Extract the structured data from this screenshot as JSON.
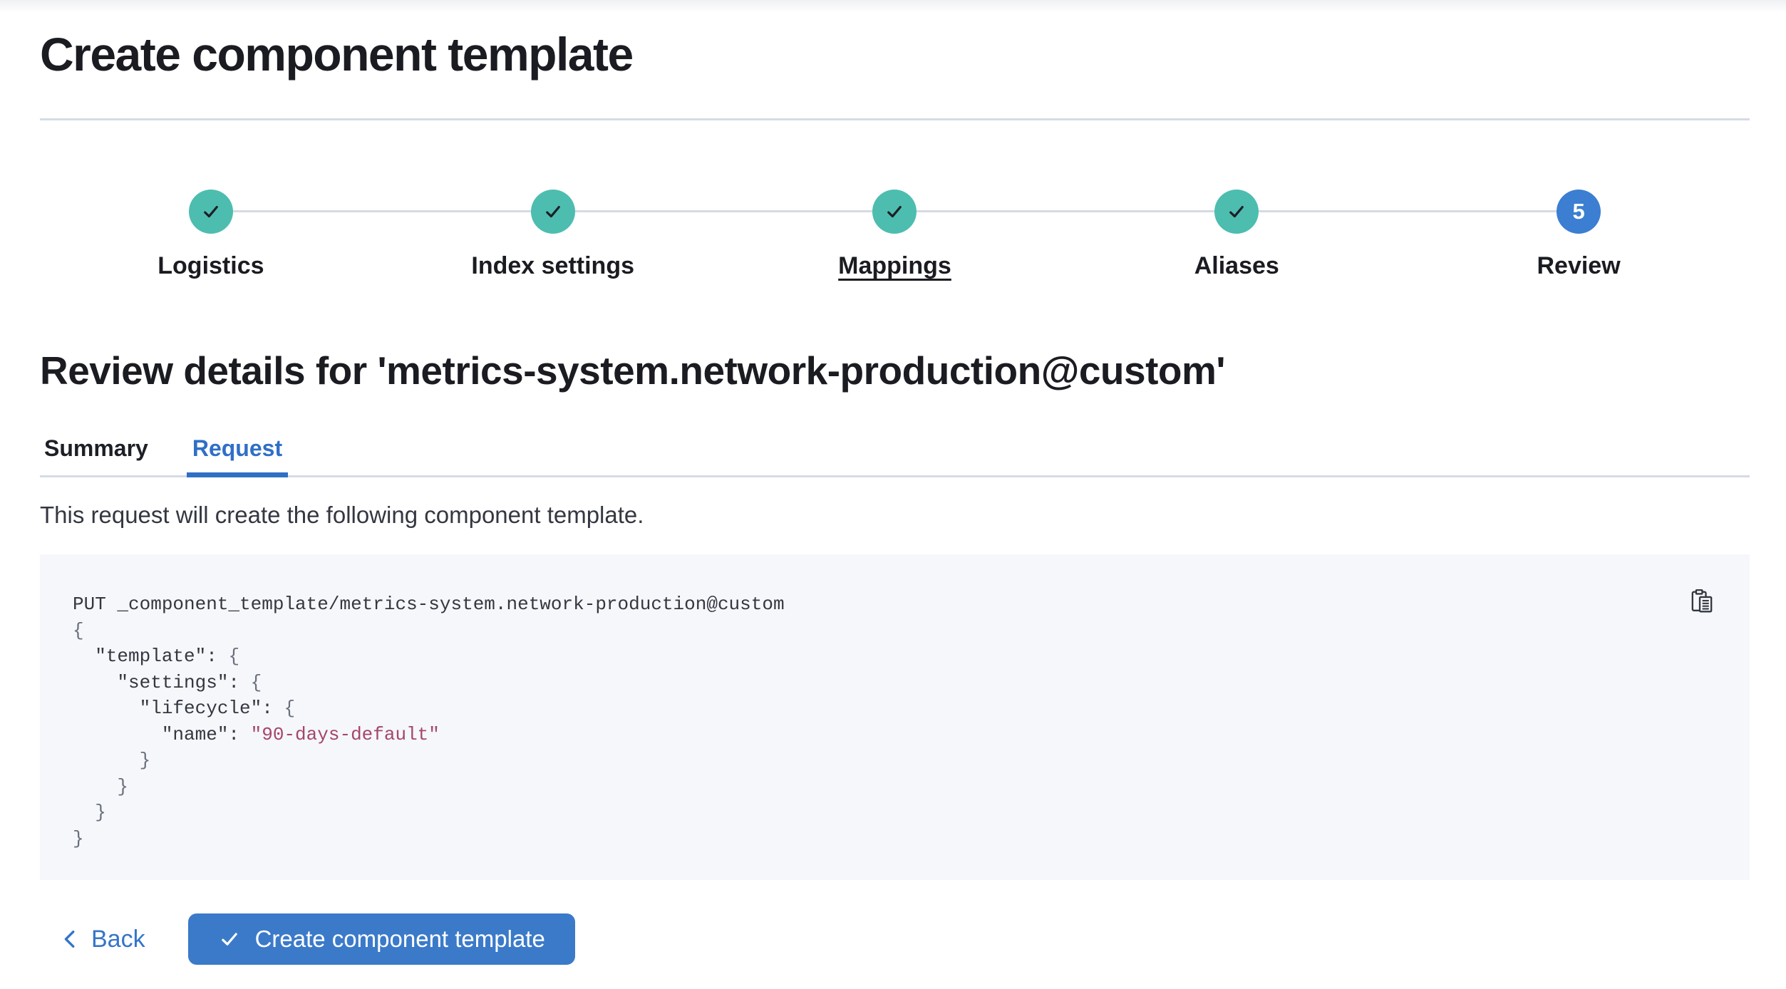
{
  "page": {
    "title": "Create component template"
  },
  "stepper": {
    "steps": [
      {
        "label": "Logistics",
        "status": "complete"
      },
      {
        "label": "Index settings",
        "status": "complete"
      },
      {
        "label": "Mappings",
        "status": "complete",
        "underlined": true
      },
      {
        "label": "Aliases",
        "status": "complete"
      },
      {
        "label": "Review",
        "status": "current",
        "number": "5"
      }
    ]
  },
  "review": {
    "heading": "Review details for 'metrics-system.network-production@custom'"
  },
  "tabs": [
    {
      "label": "Summary",
      "active": false
    },
    {
      "label": "Request",
      "active": true
    }
  ],
  "request_tab": {
    "description": "This request will create the following component template."
  },
  "code": {
    "copy_icon": "copy-clipboard-icon",
    "lines": [
      [
        {
          "t": "PUT _component_template/metrics-system.network-production@custom",
          "c": "default"
        }
      ],
      [
        {
          "t": "{",
          "c": "punct"
        }
      ],
      [
        {
          "t": "  \"template\": ",
          "c": "default"
        },
        {
          "t": "{",
          "c": "punct"
        }
      ],
      [
        {
          "t": "    \"settings\": ",
          "c": "default"
        },
        {
          "t": "{",
          "c": "punct"
        }
      ],
      [
        {
          "t": "      \"lifecycle\": ",
          "c": "default"
        },
        {
          "t": "{",
          "c": "punct"
        }
      ],
      [
        {
          "t": "        \"name\": ",
          "c": "default"
        },
        {
          "t": "\"90-days-default\"",
          "c": "string"
        }
      ],
      [
        {
          "t": "      }",
          "c": "punct"
        }
      ],
      [
        {
          "t": "    }",
          "c": "punct"
        }
      ],
      [
        {
          "t": "  }",
          "c": "punct"
        }
      ],
      [
        {
          "t": "}",
          "c": "punct"
        }
      ]
    ]
  },
  "footer": {
    "back_label": "Back",
    "create_label": "Create component template"
  },
  "colors": {
    "step_complete": "#4dbdb0",
    "step_current": "#3b7ed2",
    "primary_button": "#3b7ac9",
    "tab_active": "#2f6fc6",
    "link": "#3575c9",
    "border": "#d5dbe5",
    "code_background": "#f5f7fa",
    "code_text": "#343741",
    "code_string": "#a5466b",
    "code_punct": "#69707d"
  }
}
